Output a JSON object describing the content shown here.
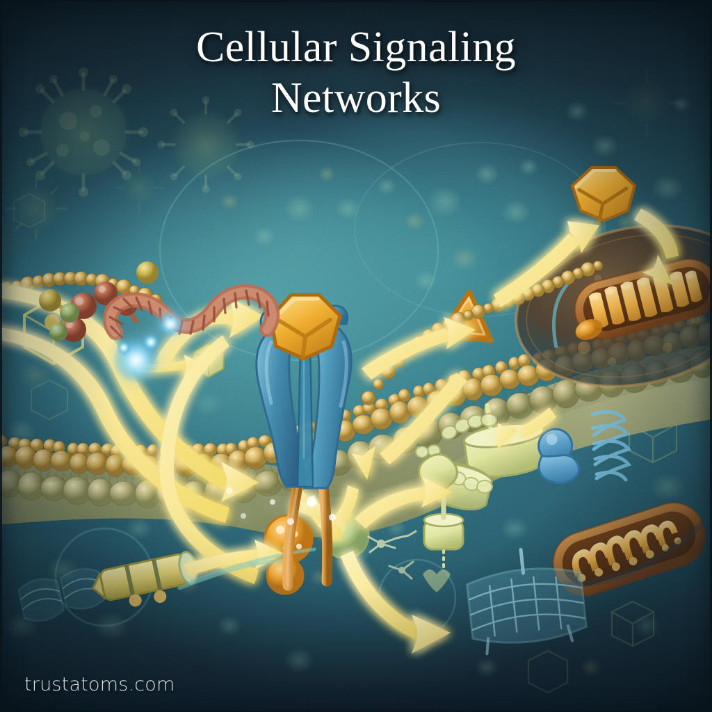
{
  "meta": {
    "kind": "scientific-illustration",
    "subject": "cellular signal transduction across a plasma membrane",
    "style": "textured painterly digital illustration, teal and gold palette"
  },
  "title": {
    "line1": "Cellular Signaling",
    "line2": "Networks"
  },
  "watermark": {
    "text": "trustatoms.com"
  },
  "palette": {
    "background_dark": "#16252f",
    "background_teal": "#2e6573",
    "background_highlight": "#4f98a0",
    "arrow_yellow": "#f7e488",
    "arrow_yellow_core": "#fdf3b8",
    "receptor_blue": "#3f83a8",
    "receptor_blue_light": "#6fb0cd",
    "ligand_orange": "#e8a020",
    "ligand_orange_light": "#f7cc62",
    "membrane_gold": "#d8b25e",
    "membrane_tail": "#9aa070",
    "mitochondria_brown": "#9a5a26",
    "mitochondria_cristae": "#f0ae45",
    "helix_salmon": "#c2705a",
    "ion_glow_blue": "#7fd8f7",
    "complex_pale_yellow": "#dfe49a",
    "title_white": "#fdfdfb"
  },
  "scene": {
    "membrane": {
      "label": "plasma membrane lipid bilayer",
      "description": "undulating double band of golden phospholipid head groups with olive tails between them",
      "head_color": "#d8b25e",
      "tail_color": "#9aa070"
    },
    "receptor": {
      "label": "transmembrane receptor",
      "color": "#3f83a8",
      "bound_ligand_label": "hexagonal ligand",
      "bound_ligand_color": "#e8a020",
      "tail_color": "#c07b2e"
    },
    "extracellular_ligands": [
      {
        "label": "ball-and-stick signaling molecule",
        "color": "#b5633f"
      },
      {
        "label": "coiled peptide hormone helix",
        "color": "#c2705a"
      },
      {
        "label": "glowing calcium ions",
        "color": "#7fd8f7"
      },
      {
        "label": "gold bead polysaccharide chain",
        "color": "#d9b557"
      },
      {
        "label": "hexagonal outline ligand",
        "color": "#cfd06a"
      }
    ],
    "intracellular": [
      {
        "label": "second-messenger hub node",
        "color": "#bcd58a"
      },
      {
        "label": "kinase cascade complex",
        "color": "#dfe49a"
      },
      {
        "label": "G-protein subunit",
        "color": "#5f9ec4"
      },
      {
        "label": "proteasome lattice",
        "color": "#64a5b8"
      },
      {
        "label": "ribosome cluster",
        "color": "#6fb6b9"
      }
    ],
    "organelles": [
      {
        "label": "nucleus",
        "color": "#7a4f2e"
      },
      {
        "label": "mitochondrion upper",
        "color": "#9a5a26"
      },
      {
        "label": "mitochondrion lower",
        "color": "#9a5a26"
      },
      {
        "label": "transcription factor hexagon",
        "color": "#e8a020"
      },
      {
        "label": "activated triangle effector",
        "color": "#e8a020"
      },
      {
        "label": "vesicle pair",
        "color": "#f0a93c"
      },
      {
        "label": "banded cylinder protein",
        "color": "#e6d176"
      }
    ],
    "background_motifs": [
      {
        "label": "virus particle with spikes",
        "count": 5
      },
      {
        "label": "faint vesicle",
        "count": 40
      },
      {
        "label": "polyhedral capsid outline",
        "count": 6
      }
    ],
    "arrows": [
      {
        "label": "ligand to receptor arrow",
        "from": "extracellular ligands",
        "to": "receptor"
      },
      {
        "label": "ion influx arrow",
        "from": "ion cluster",
        "to": "membrane pore"
      },
      {
        "label": "receptor to cascade arrow",
        "from": "receptor tail",
        "to": "hub node"
      },
      {
        "label": "cascade to triangle arrow",
        "from": "hub node",
        "to": "triangle effector"
      },
      {
        "label": "triangle to hexagon arrow",
        "from": "triangle effector",
        "to": "transcription hexagon"
      },
      {
        "label": "hexagon to nucleus arrow",
        "from": "transcription hexagon",
        "to": "nucleus"
      },
      {
        "label": "hub to kinase arrow",
        "from": "hub node",
        "to": "kinase complex"
      },
      {
        "label": "hub to downstream arrow",
        "from": "hub node",
        "to": "proteasome region"
      },
      {
        "label": "vesicle to membrane arrow",
        "from": "banded cylinder",
        "to": "inner membrane"
      },
      {
        "label": "kinase feedback arrow",
        "from": "upper cytoplasm",
        "to": "kinase complex"
      }
    ]
  }
}
